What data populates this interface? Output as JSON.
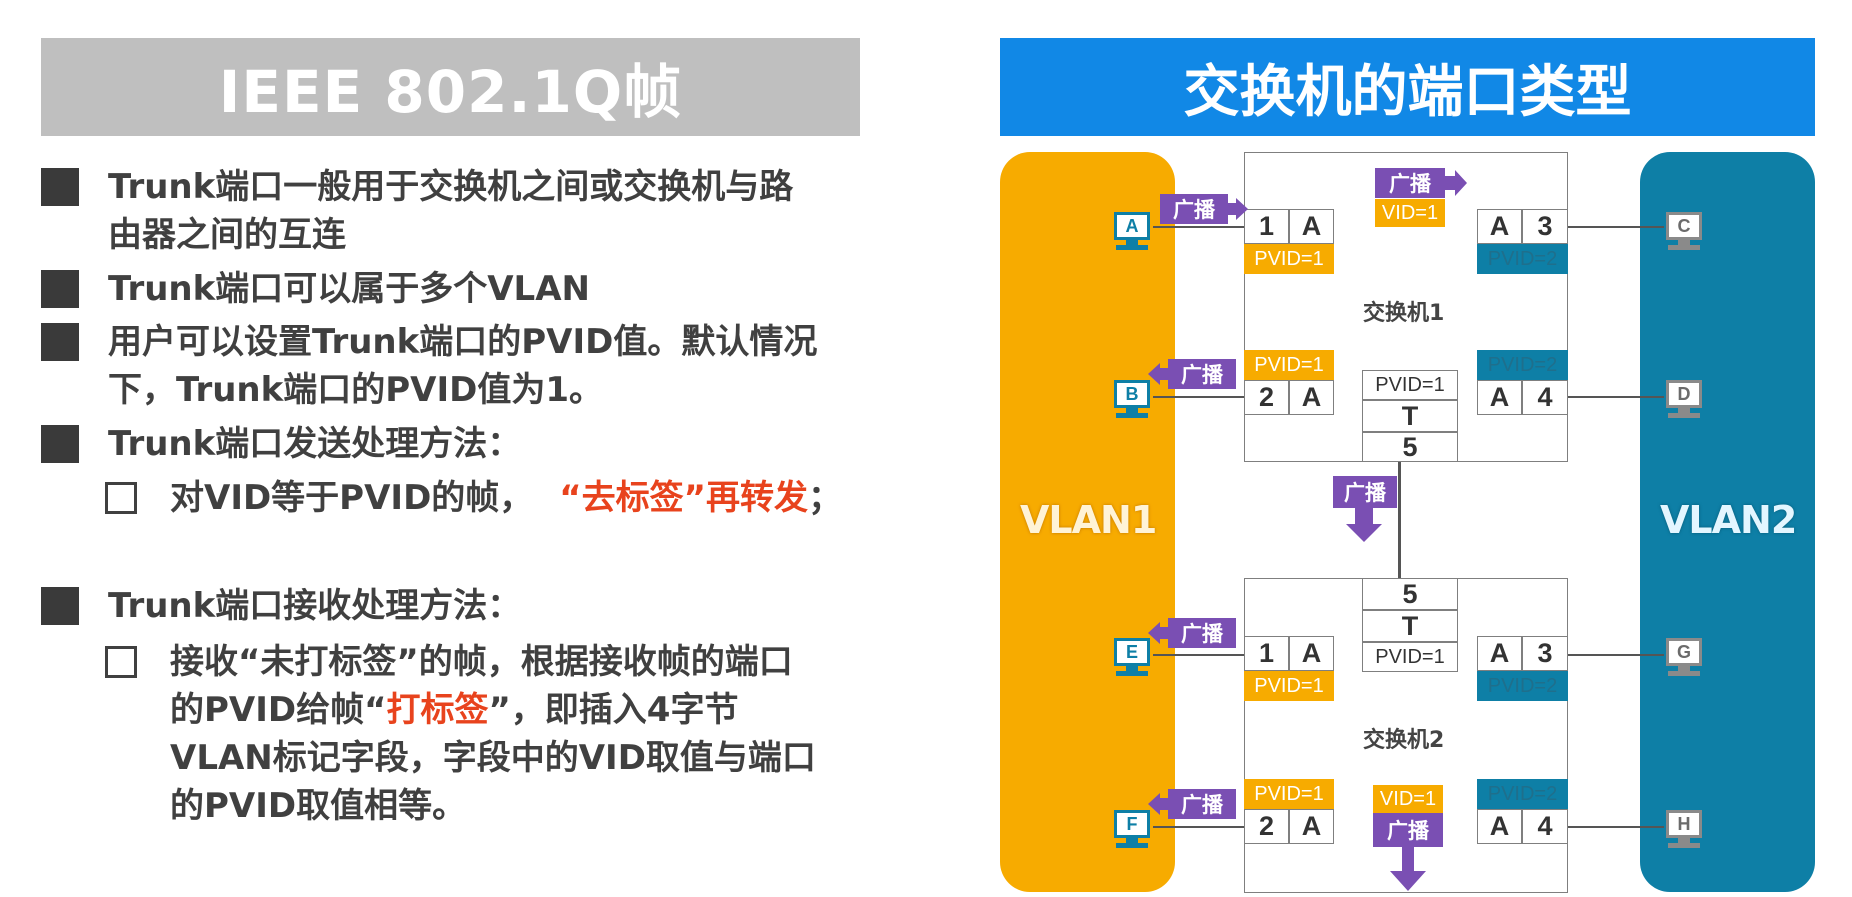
{
  "left": {
    "title": "IEEE 802.1Q帧",
    "b1_l1": "Trunk端口一般用于交换机之间或交换机与路",
    "b1_l2": "由器之间的互连",
    "b2": "Trunk端口可以属于多个VLAN",
    "b3_l1": "用户可以设置Trunk端口的PVID值。默认情况",
    "b3_l2": "下，Trunk端口的PVID值为1。",
    "b4": "Trunk端口发送处理方法：",
    "b4_sub_a": "对VID等于PVID的帧，",
    "b4_sub_b": "“去标签”再转发",
    "b4_sub_c": "；",
    "b5": "Trunk端口接收处理方法：",
    "b5_sub_l1": "接收“未打标签”的帧，根据接收帧的端口",
    "b5_sub_l2a": "的PVID给帧“",
    "b5_sub_l2b": "打标签",
    "b5_sub_l2c": "”，即插入4字节",
    "b5_sub_l3": "VLAN标记字段，字段中的VID取值与端口",
    "b5_sub_l4": "的PVID取值相等。"
  },
  "right": {
    "title": "交换机的端口类型",
    "vlan1": "VLAN1",
    "vlan2": "VLAN2",
    "switch1": "交换机1",
    "switch2": "交换机2",
    "broadcast": "广播",
    "vid1": "VID=1",
    "pvid1": "PVID=1",
    "pvid2": "PVID=2",
    "T": "T",
    "A": "A",
    "n1": "1",
    "n2": "2",
    "n3": "3",
    "n4": "4",
    "n5": "5",
    "hosts": {
      "A": "A",
      "B": "B",
      "C": "C",
      "D": "D",
      "E": "E",
      "F": "F",
      "G": "G",
      "H": "H"
    }
  },
  "colors": {
    "orange": "#f7ab00",
    "teal": "#0e7fa6",
    "blue_title": "#1188e6",
    "purple": "#7a4fb3",
    "red": "#e8431d"
  }
}
